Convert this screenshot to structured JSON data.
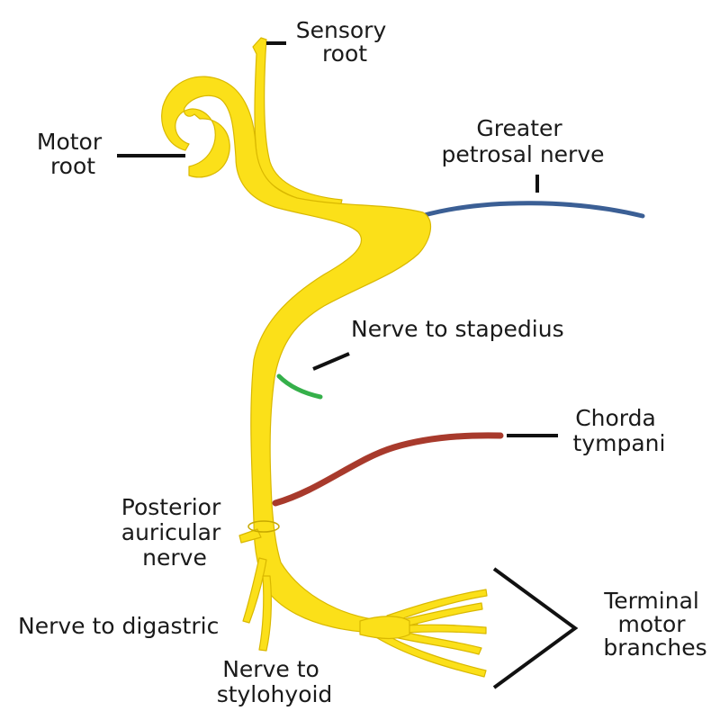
{
  "colors": {
    "facial_nerve": "#fbe019",
    "facial_nerve_outline": "#d9b800",
    "greater_petrosal_nerve": "#3b5f95",
    "nerve_to_stapedius": "#35b04a",
    "chorda_tympani": "#a83a2c",
    "leader_lines": "#111111"
  },
  "labels": {
    "sensory_root": [
      "Sensory",
      "root"
    ],
    "motor_root": [
      "Motor",
      "root"
    ],
    "greater_petrosal": [
      "Greater",
      "petrosal nerve"
    ],
    "nerve_to_stapedius": [
      "Nerve to stapedius"
    ],
    "chorda_tympani": [
      "Chorda",
      "tympani"
    ],
    "posterior_auricular": [
      "Posterior",
      "auricular",
      "nerve"
    ],
    "nerve_to_digastric": [
      "Nerve to digastric"
    ],
    "nerve_to_stylohyoid": [
      "Nerve to",
      "stylohyoid"
    ],
    "terminal_branches": [
      "Terminal",
      "motor",
      "branches"
    ]
  }
}
